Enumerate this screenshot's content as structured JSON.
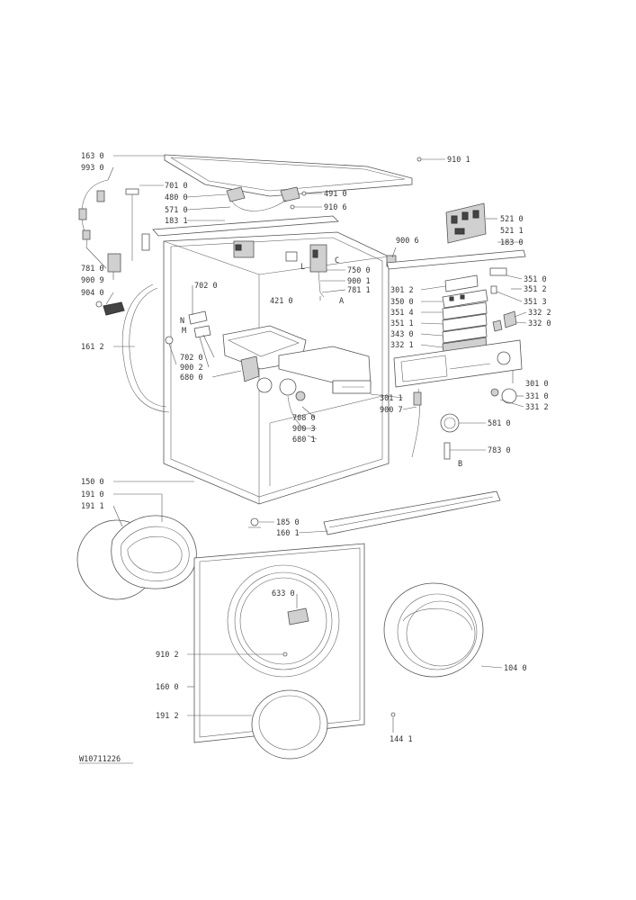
{
  "drawing_code": "W10711226",
  "labels": [
    {
      "id": "l1630",
      "text": "163 0"
    },
    {
      "id": "l9930",
      "text": "993 0"
    },
    {
      "id": "l7010",
      "text": "701 0"
    },
    {
      "id": "l4800",
      "text": "480 0"
    },
    {
      "id": "l5710",
      "text": "571 0"
    },
    {
      "id": "l1831",
      "text": "183 1"
    },
    {
      "id": "l7810",
      "text": "781 0"
    },
    {
      "id": "l9009",
      "text": "900 9"
    },
    {
      "id": "l9040",
      "text": "904 0"
    },
    {
      "id": "l1612",
      "text": "161 2"
    },
    {
      "id": "l7020a",
      "text": "702 0"
    },
    {
      "id": "l7020b",
      "text": "702 0"
    },
    {
      "id": "l9002",
      "text": "900 2"
    },
    {
      "id": "l6800",
      "text": "680 0"
    },
    {
      "id": "l9101",
      "text": "910 1"
    },
    {
      "id": "l4910",
      "text": "491 0"
    },
    {
      "id": "l9106",
      "text": "910 6"
    },
    {
      "id": "l5210",
      "text": "521 0"
    },
    {
      "id": "l5211",
      "text": "521 1"
    },
    {
      "id": "l1830",
      "text": "183 0"
    },
    {
      "id": "l9006",
      "text": "900 6"
    },
    {
      "id": "l7500",
      "text": "750 0"
    },
    {
      "id": "l9001",
      "text": "900 1"
    },
    {
      "id": "l7811",
      "text": "781 1"
    },
    {
      "id": "l4210",
      "text": "421 0"
    },
    {
      "id": "l3012",
      "text": "301 2"
    },
    {
      "id": "l3500",
      "text": "350 0"
    },
    {
      "id": "l3514",
      "text": "351 4"
    },
    {
      "id": "l3511",
      "text": "351 1"
    },
    {
      "id": "l3430",
      "text": "343 0"
    },
    {
      "id": "l3321",
      "text": "332 1"
    },
    {
      "id": "l3510",
      "text": "351 0"
    },
    {
      "id": "l3512",
      "text": "351 2"
    },
    {
      "id": "l3513",
      "text": "351 3"
    },
    {
      "id": "l3322",
      "text": "332 2"
    },
    {
      "id": "l3320",
      "text": "332 0"
    },
    {
      "id": "l3011",
      "text": "301 1"
    },
    {
      "id": "l9007",
      "text": "900 7"
    },
    {
      "id": "l3010",
      "text": "301 0"
    },
    {
      "id": "l3310",
      "text": "331 0"
    },
    {
      "id": "l3312",
      "text": "331 2"
    },
    {
      "id": "l7080",
      "text": "708 0"
    },
    {
      "id": "l9003",
      "text": "900 3"
    },
    {
      "id": "l6801",
      "text": "680 1"
    },
    {
      "id": "l5810",
      "text": "581 0"
    },
    {
      "id": "l7830",
      "text": "783 0"
    },
    {
      "id": "l1500",
      "text": "150 0"
    },
    {
      "id": "l1910",
      "text": "191 0"
    },
    {
      "id": "l1911",
      "text": "191 1"
    },
    {
      "id": "l1850",
      "text": "185 0"
    },
    {
      "id": "l1601",
      "text": "160 1"
    },
    {
      "id": "l6330",
      "text": "633 0"
    },
    {
      "id": "l9102",
      "text": "910 2"
    },
    {
      "id": "l1600",
      "text": "160 0"
    },
    {
      "id": "l1912",
      "text": "191 2"
    },
    {
      "id": "l1040",
      "text": "104 0"
    },
    {
      "id": "l1441",
      "text": "144 1"
    }
  ],
  "connector_letters": {
    "a": "A",
    "b": "B",
    "c": "C",
    "l": "L",
    "m": "M",
    "n": "N"
  }
}
